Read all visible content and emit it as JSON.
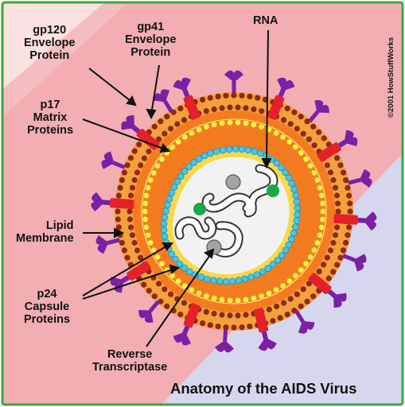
{
  "title": "Anatomy of the AIDS Virus",
  "copyright": "©2001 HowStuffWorks",
  "labels": {
    "gp120": [
      "gp120",
      "Envelope",
      "Protein"
    ],
    "gp41": [
      "gp41",
      "Envelope",
      "Protein"
    ],
    "rna": [
      "RNA"
    ],
    "p17": [
      "p17",
      "Matrix",
      "Proteins"
    ],
    "lipid": [
      "Lipid",
      "Membrane"
    ],
    "p24": [
      "p24",
      "Capsule",
      "Proteins"
    ],
    "rt": [
      "Reverse",
      "Transcriptase"
    ]
  },
  "colors": {
    "frame": "#3aa83a",
    "pink": "#f2aeb3",
    "pale": "#fbe2df",
    "lavender": "#d6d7ee",
    "lipid_dots": "#8b2a14",
    "lipid_band": "#f4a03c",
    "orange_fill": "#f47c20",
    "matrix_dots": "#fff34a",
    "cone_dots": "#48c6e8",
    "core_fill": "#f2f2f2",
    "gp120": "#7b1fa5",
    "gp41": "#e5202a",
    "enzyme_gray": "#a3a3a3",
    "green_dots": "#17a843"
  }
}
